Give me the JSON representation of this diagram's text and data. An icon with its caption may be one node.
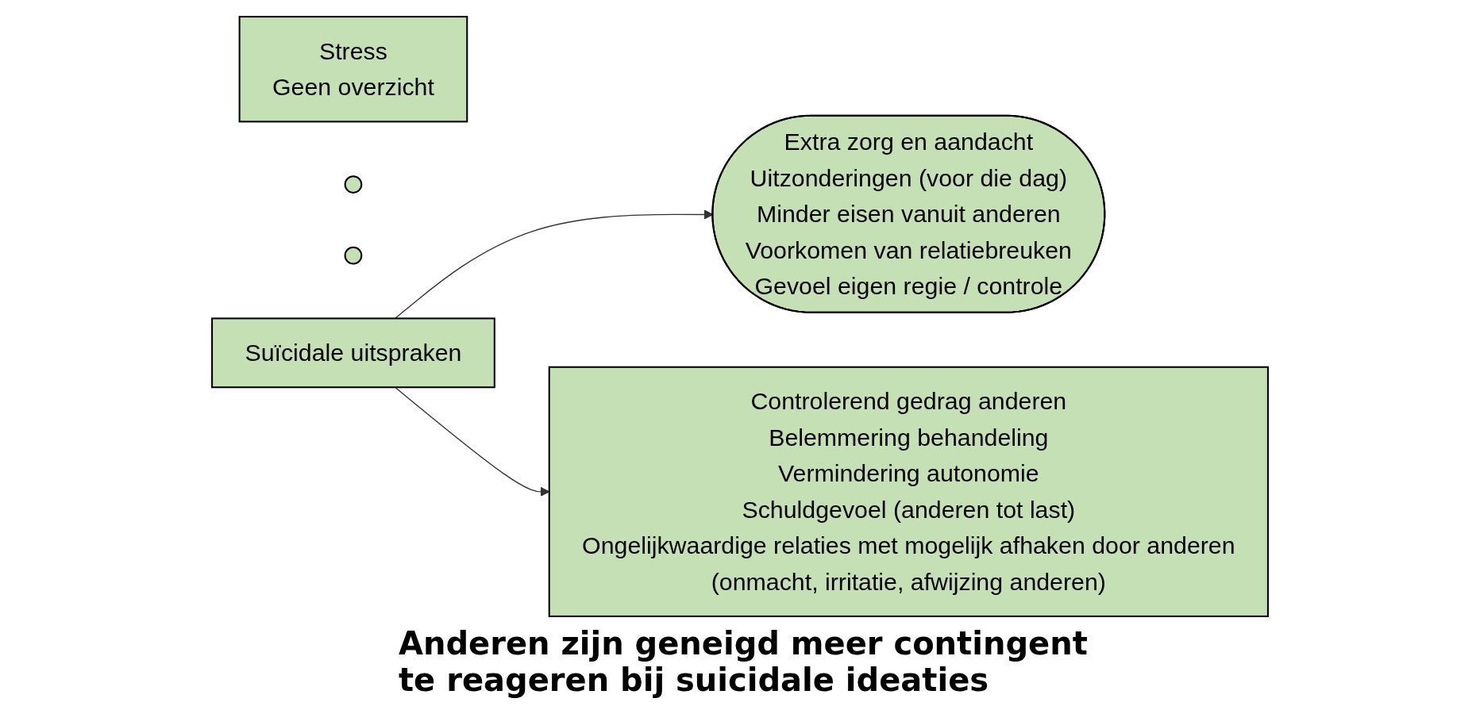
{
  "diagram": {
    "nodes": [
      {
        "text": [
          "Stress",
          "Geen overzicht"
        ]
      },
      {
        "text": [],
        "shape": "circle"
      },
      {
        "text": [],
        "shape": "circle"
      },
      {
        "text": [
          "Suïcidale uitspraken"
        ]
      },
      {
        "text": [
          "Extra zorg en aandacht",
          "Uitzonderingen (voor die dag)",
          "Minder eisen vanuit anderen",
          "Voorkomen van relatiebreuken",
          "Gevoel eigen regie / controle"
        ]
      },
      {
        "text": [
          "Controlerend gedrag anderen",
          "Belemmering behandeling",
          "Vermindering autonomie",
          "Schuldgevoel (anderen tot last)",
          "Ongelijkwaardige relaties met mogelijk afhaken door anderen",
          "(onmacht, irritatie, afwijzing anderen)"
        ]
      }
    ],
    "edges": [
      {
        "from": 3,
        "to": 4,
        "arrow": "to"
      },
      {
        "from": 3,
        "to": 5,
        "arrow": "to"
      }
    ],
    "labels": [
      "Anderen zijn geneigd meer contingent te reageren bij suicidale ideaties"
    ]
  }
}
